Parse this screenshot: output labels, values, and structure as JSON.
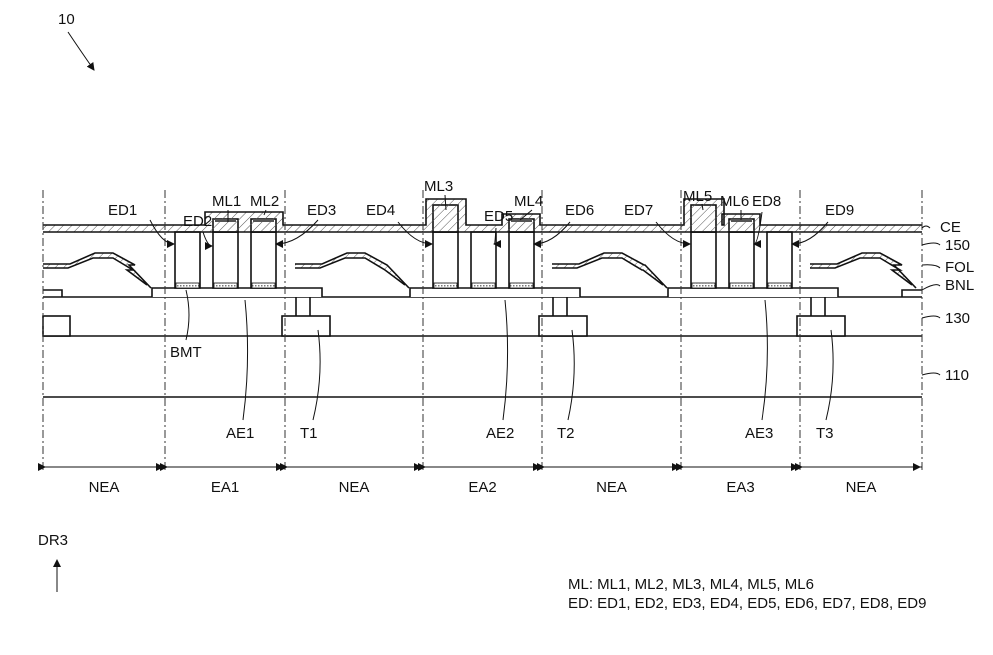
{
  "figure_ref": "10",
  "top_labels": {
    "ED1": "ED1",
    "ED2": "ED2",
    "ML1": "ML1",
    "ML2": "ML2",
    "ED3": "ED3",
    "ED4": "ED4",
    "ML3": "ML3",
    "ED5": "ED5",
    "ML4": "ML4",
    "ED6": "ED6",
    "ED7": "ED7",
    "ML5": "ML5",
    "ML6": "ML6",
    "ED8": "ED8",
    "ED9": "ED9"
  },
  "layer_labels": {
    "ce": "CE",
    "l150": "150",
    "fol": "FOL",
    "bnl": "BNL",
    "l130": "130",
    "l110": "110"
  },
  "bottom_labels": {
    "bmt": "BMT",
    "ae1": "AE1",
    "t1": "T1",
    "ae2": "AE2",
    "t2": "T2",
    "ae3": "AE3",
    "t3": "T3"
  },
  "areas": [
    "NEA",
    "EA1",
    "NEA",
    "EA2",
    "NEA",
    "EA3",
    "NEA"
  ],
  "direction": "DR3",
  "legend": {
    "ml": "ML: ML1, ML2, ML3, ML4, ML5, ML6",
    "ed": "ED: ED1, ED2, ED3, ED4, ED5, ED6, ED7, ED8, ED9"
  }
}
